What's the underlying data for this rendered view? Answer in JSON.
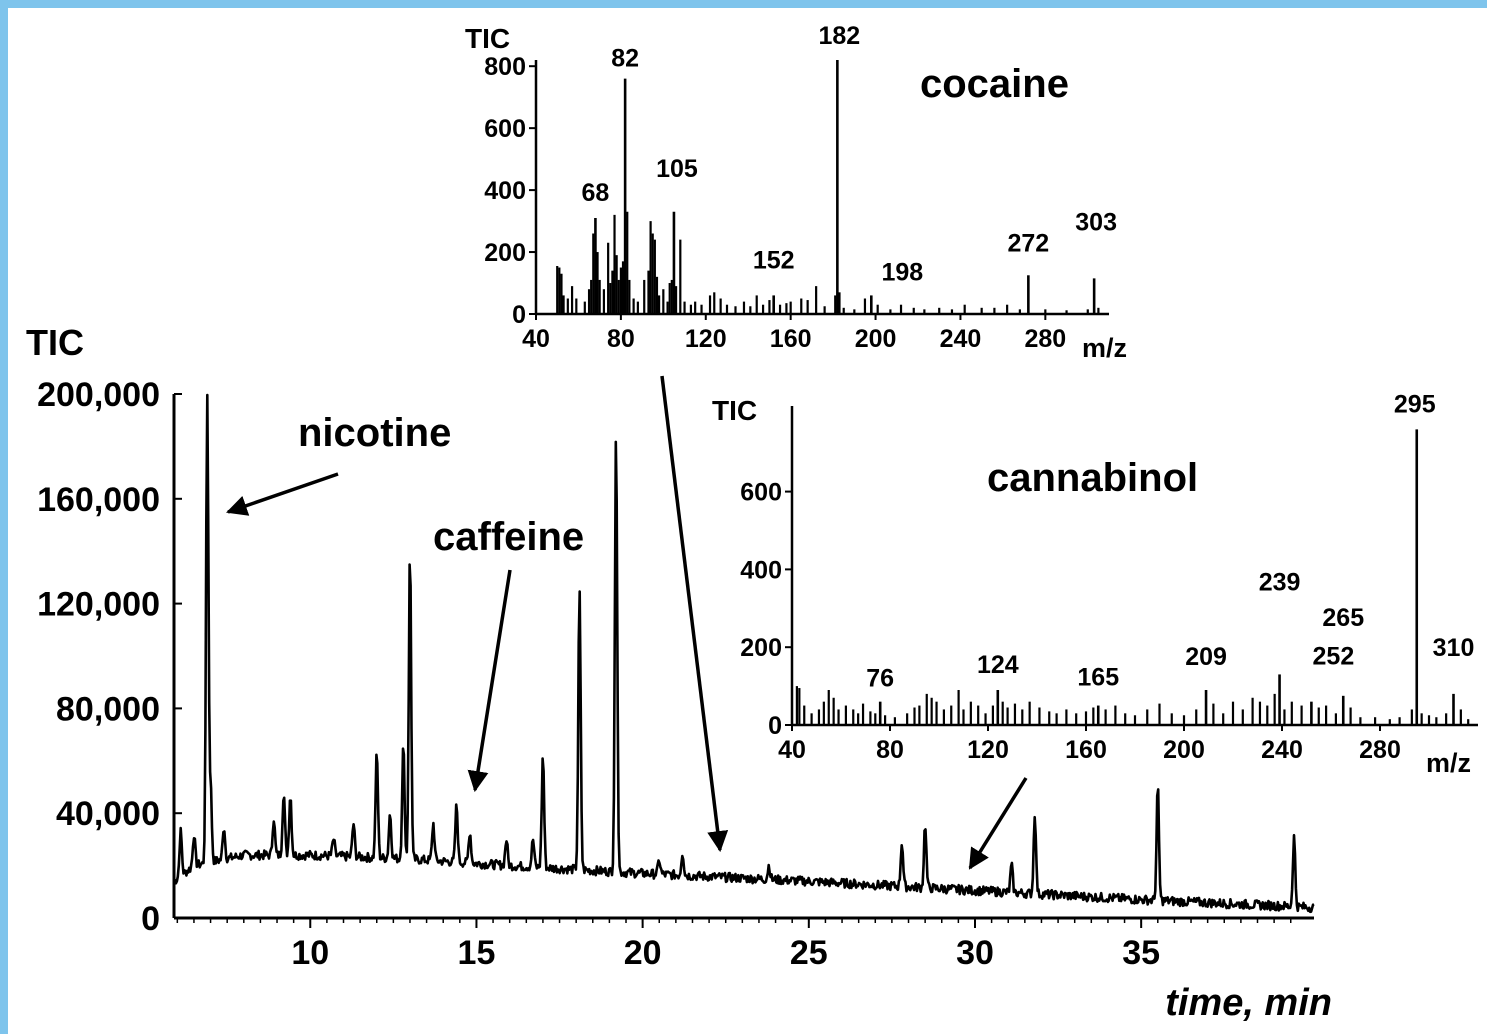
{
  "chart_data": [
    {
      "type": "line",
      "ylabel": "TIC",
      "xlabel": "time, min",
      "xlim": [
        5.9,
        40.2
      ],
      "ylim": [
        0,
        200000
      ],
      "y_ticks": [
        0,
        40000,
        80000,
        120000,
        160000,
        200000
      ],
      "y_tick_labels": [
        "0",
        "40,000",
        "80,000",
        "120,000",
        "160,000",
        "200,000"
      ],
      "x_ticks": [
        10,
        15,
        20,
        25,
        30,
        35
      ],
      "x_tick_labels": [
        "10",
        "15",
        "20",
        "25",
        "30",
        "35"
      ],
      "baseline": [
        [
          5.9,
          14000
        ],
        [
          6.5,
          20000
        ],
        [
          8,
          24000
        ],
        [
          10,
          24000
        ],
        [
          13,
          22500
        ],
        [
          16,
          20000
        ],
        [
          20,
          17000
        ],
        [
          25,
          14000
        ],
        [
          30,
          10500
        ],
        [
          35,
          7000
        ],
        [
          40.2,
          4000
        ]
      ],
      "peaks": [
        [
          6.1,
          33000
        ],
        [
          6.5,
          32000
        ],
        [
          6.9,
          200000
        ],
        [
          7.0,
          50000
        ],
        [
          7.4,
          35000
        ],
        [
          8.9,
          38000
        ],
        [
          9.2,
          48000
        ],
        [
          9.4,
          47000
        ],
        [
          10.7,
          30000
        ],
        [
          11.3,
          36000
        ],
        [
          12.0,
          63000
        ],
        [
          12.4,
          40000
        ],
        [
          12.8,
          66000
        ],
        [
          13.0,
          140000
        ],
        [
          13.7,
          36000
        ],
        [
          14.4,
          43000
        ],
        [
          14.8,
          33000
        ],
        [
          15.9,
          30000
        ],
        [
          16.7,
          30000
        ],
        [
          17.0,
          62000
        ],
        [
          18.1,
          125000
        ],
        [
          19.2,
          185000
        ],
        [
          20.5,
          22000
        ],
        [
          21.2,
          25000
        ],
        [
          23.8,
          20000
        ],
        [
          27.8,
          29000
        ],
        [
          28.5,
          36000
        ],
        [
          31.1,
          20000
        ],
        [
          31.8,
          40000
        ],
        [
          35.5,
          50000
        ],
        [
          39.6,
          31000
        ]
      ],
      "annotations": [
        {
          "text": "nicotine",
          "points_to": [
            6.7,
            160000
          ]
        },
        {
          "text": "caffeine",
          "points_to": [
            14.9,
            50000
          ]
        },
        {
          "text": "cocaine",
          "points_to": [
            22.3,
            27000
          ]
        },
        {
          "text": "cannabinol",
          "points_to": [
            29.7,
            20000
          ]
        }
      ]
    },
    {
      "type": "bar",
      "title": "cocaine",
      "ylabel": "TIC",
      "xlabel": "m/z",
      "xlim": [
        40,
        310
      ],
      "ylim": [
        0,
        820
      ],
      "y_ticks": [
        0,
        200,
        400,
        600,
        800
      ],
      "x_ticks": [
        40,
        80,
        120,
        160,
        200,
        240,
        280
      ],
      "labeled_peaks": [
        {
          "mz": 68,
          "value": 310,
          "label": "68"
        },
        {
          "mz": 82,
          "value": 760,
          "label": "82"
        },
        {
          "mz": 105,
          "value": 330,
          "label": "105"
        },
        {
          "mz": 152,
          "value": 60,
          "label": "152"
        },
        {
          "mz": 182,
          "value": 830,
          "label": "182"
        },
        {
          "mz": 198,
          "value": 60,
          "label": "198"
        },
        {
          "mz": 272,
          "value": 125,
          "label": "272"
        },
        {
          "mz": 303,
          "value": 115,
          "label": "303"
        }
      ],
      "minor_peaks": [
        [
          50,
          155
        ],
        [
          51,
          150
        ],
        [
          52,
          130
        ],
        [
          53,
          60
        ],
        [
          55,
          50
        ],
        [
          57,
          90
        ],
        [
          59,
          50
        ],
        [
          63,
          40
        ],
        [
          65,
          80
        ],
        [
          66,
          110
        ],
        [
          67,
          260
        ],
        [
          69,
          200
        ],
        [
          70,
          110
        ],
        [
          72,
          80
        ],
        [
          74,
          230
        ],
        [
          75,
          100
        ],
        [
          76,
          140
        ],
        [
          77,
          320
        ],
        [
          78,
          190
        ],
        [
          79,
          110
        ],
        [
          80,
          150
        ],
        [
          81,
          170
        ],
        [
          83,
          330
        ],
        [
          84,
          110
        ],
        [
          86,
          50
        ],
        [
          88,
          40
        ],
        [
          91,
          110
        ],
        [
          93,
          140
        ],
        [
          94,
          300
        ],
        [
          95,
          260
        ],
        [
          96,
          240
        ],
        [
          97,
          120
        ],
        [
          98,
          60
        ],
        [
          100,
          80
        ],
        [
          102,
          40
        ],
        [
          103,
          100
        ],
        [
          104,
          110
        ],
        [
          106,
          90
        ],
        [
          108,
          240
        ],
        [
          110,
          40
        ],
        [
          113,
          30
        ],
        [
          115,
          40
        ],
        [
          118,
          30
        ],
        [
          122,
          60
        ],
        [
          124,
          70
        ],
        [
          127,
          50
        ],
        [
          130,
          30
        ],
        [
          134,
          25
        ],
        [
          138,
          40
        ],
        [
          141,
          25
        ],
        [
          144,
          60
        ],
        [
          147,
          30
        ],
        [
          150,
          45
        ],
        [
          155,
          30
        ],
        [
          158,
          35
        ],
        [
          160,
          40
        ],
        [
          165,
          50
        ],
        [
          168,
          45
        ],
        [
          172,
          90
        ],
        [
          176,
          25
        ],
        [
          181,
          60
        ],
        [
          183,
          70
        ],
        [
          185,
          20
        ],
        [
          190,
          15
        ],
        [
          195,
          50
        ],
        [
          201,
          30
        ],
        [
          207,
          15
        ],
        [
          212,
          30
        ],
        [
          218,
          20
        ],
        [
          223,
          15
        ],
        [
          230,
          20
        ],
        [
          236,
          15
        ],
        [
          242,
          30
        ],
        [
          250,
          20
        ],
        [
          256,
          20
        ],
        [
          262,
          30
        ],
        [
          268,
          15
        ],
        [
          280,
          15
        ],
        [
          290,
          12
        ],
        [
          300,
          15
        ],
        [
          305,
          20
        ]
      ]
    },
    {
      "type": "bar",
      "title": "cannabinol",
      "ylabel": "TIC",
      "xlabel": "m/z",
      "xlim": [
        40,
        320
      ],
      "ylim": [
        0,
        820
      ],
      "y_ticks": [
        0,
        200,
        400,
        600
      ],
      "x_ticks": [
        40,
        80,
        120,
        160,
        200,
        240,
        280
      ],
      "labeled_peaks": [
        {
          "mz": 76,
          "value": 60,
          "label": "76"
        },
        {
          "mz": 124,
          "value": 90,
          "label": "124"
        },
        {
          "mz": 165,
          "value": 50,
          "label": "165"
        },
        {
          "mz": 209,
          "value": 90,
          "label": "209"
        },
        {
          "mz": 239,
          "value": 130,
          "label": "239"
        },
        {
          "mz": 252,
          "value": 60,
          "label": "252"
        },
        {
          "mz": 265,
          "value": 75,
          "label": "265"
        },
        {
          "mz": 295,
          "value": 760,
          "label": "295"
        },
        {
          "mz": 310,
          "value": 80,
          "label": "310"
        }
      ],
      "minor_peaks": [
        [
          42,
          100
        ],
        [
          43,
          95
        ],
        [
          45,
          50
        ],
        [
          48,
          30
        ],
        [
          51,
          40
        ],
        [
          53,
          60
        ],
        [
          55,
          90
        ],
        [
          57,
          70
        ],
        [
          59,
          40
        ],
        [
          62,
          50
        ],
        [
          65,
          40
        ],
        [
          67,
          30
        ],
        [
          69,
          55
        ],
        [
          72,
          35
        ],
        [
          74,
          30
        ],
        [
          78,
          25
        ],
        [
          82,
          20
        ],
        [
          87,
          30
        ],
        [
          90,
          45
        ],
        [
          92,
          50
        ],
        [
          95,
          80
        ],
        [
          97,
          70
        ],
        [
          99,
          60
        ],
        [
          102,
          40
        ],
        [
          105,
          50
        ],
        [
          108,
          90
        ],
        [
          110,
          40
        ],
        [
          113,
          60
        ],
        [
          116,
          50
        ],
        [
          119,
          30
        ],
        [
          122,
          50
        ],
        [
          126,
          60
        ],
        [
          128,
          45
        ],
        [
          131,
          55
        ],
        [
          134,
          40
        ],
        [
          137,
          60
        ],
        [
          141,
          45
        ],
        [
          145,
          35
        ],
        [
          148,
          30
        ],
        [
          152,
          40
        ],
        [
          156,
          30
        ],
        [
          160,
          35
        ],
        [
          163,
          45
        ],
        [
          168,
          40
        ],
        [
          172,
          50
        ],
        [
          176,
          30
        ],
        [
          180,
          25
        ],
        [
          185,
          40
        ],
        [
          190,
          55
        ],
        [
          195,
          30
        ],
        [
          200,
          25
        ],
        [
          205,
          40
        ],
        [
          212,
          55
        ],
        [
          216,
          30
        ],
        [
          220,
          60
        ],
        [
          224,
          40
        ],
        [
          228,
          70
        ],
        [
          231,
          60
        ],
        [
          234,
          50
        ],
        [
          237,
          80
        ],
        [
          241,
          40
        ],
        [
          244,
          60
        ],
        [
          248,
          50
        ],
        [
          255,
          45
        ],
        [
          258,
          50
        ],
        [
          262,
          30
        ],
        [
          268,
          45
        ],
        [
          272,
          20
        ],
        [
          278,
          20
        ],
        [
          284,
          15
        ],
        [
          288,
          20
        ],
        [
          293,
          40
        ],
        [
          297,
          30
        ],
        [
          300,
          25
        ],
        [
          303,
          20
        ],
        [
          307,
          30
        ],
        [
          313,
          40
        ],
        [
          316,
          15
        ]
      ]
    }
  ]
}
